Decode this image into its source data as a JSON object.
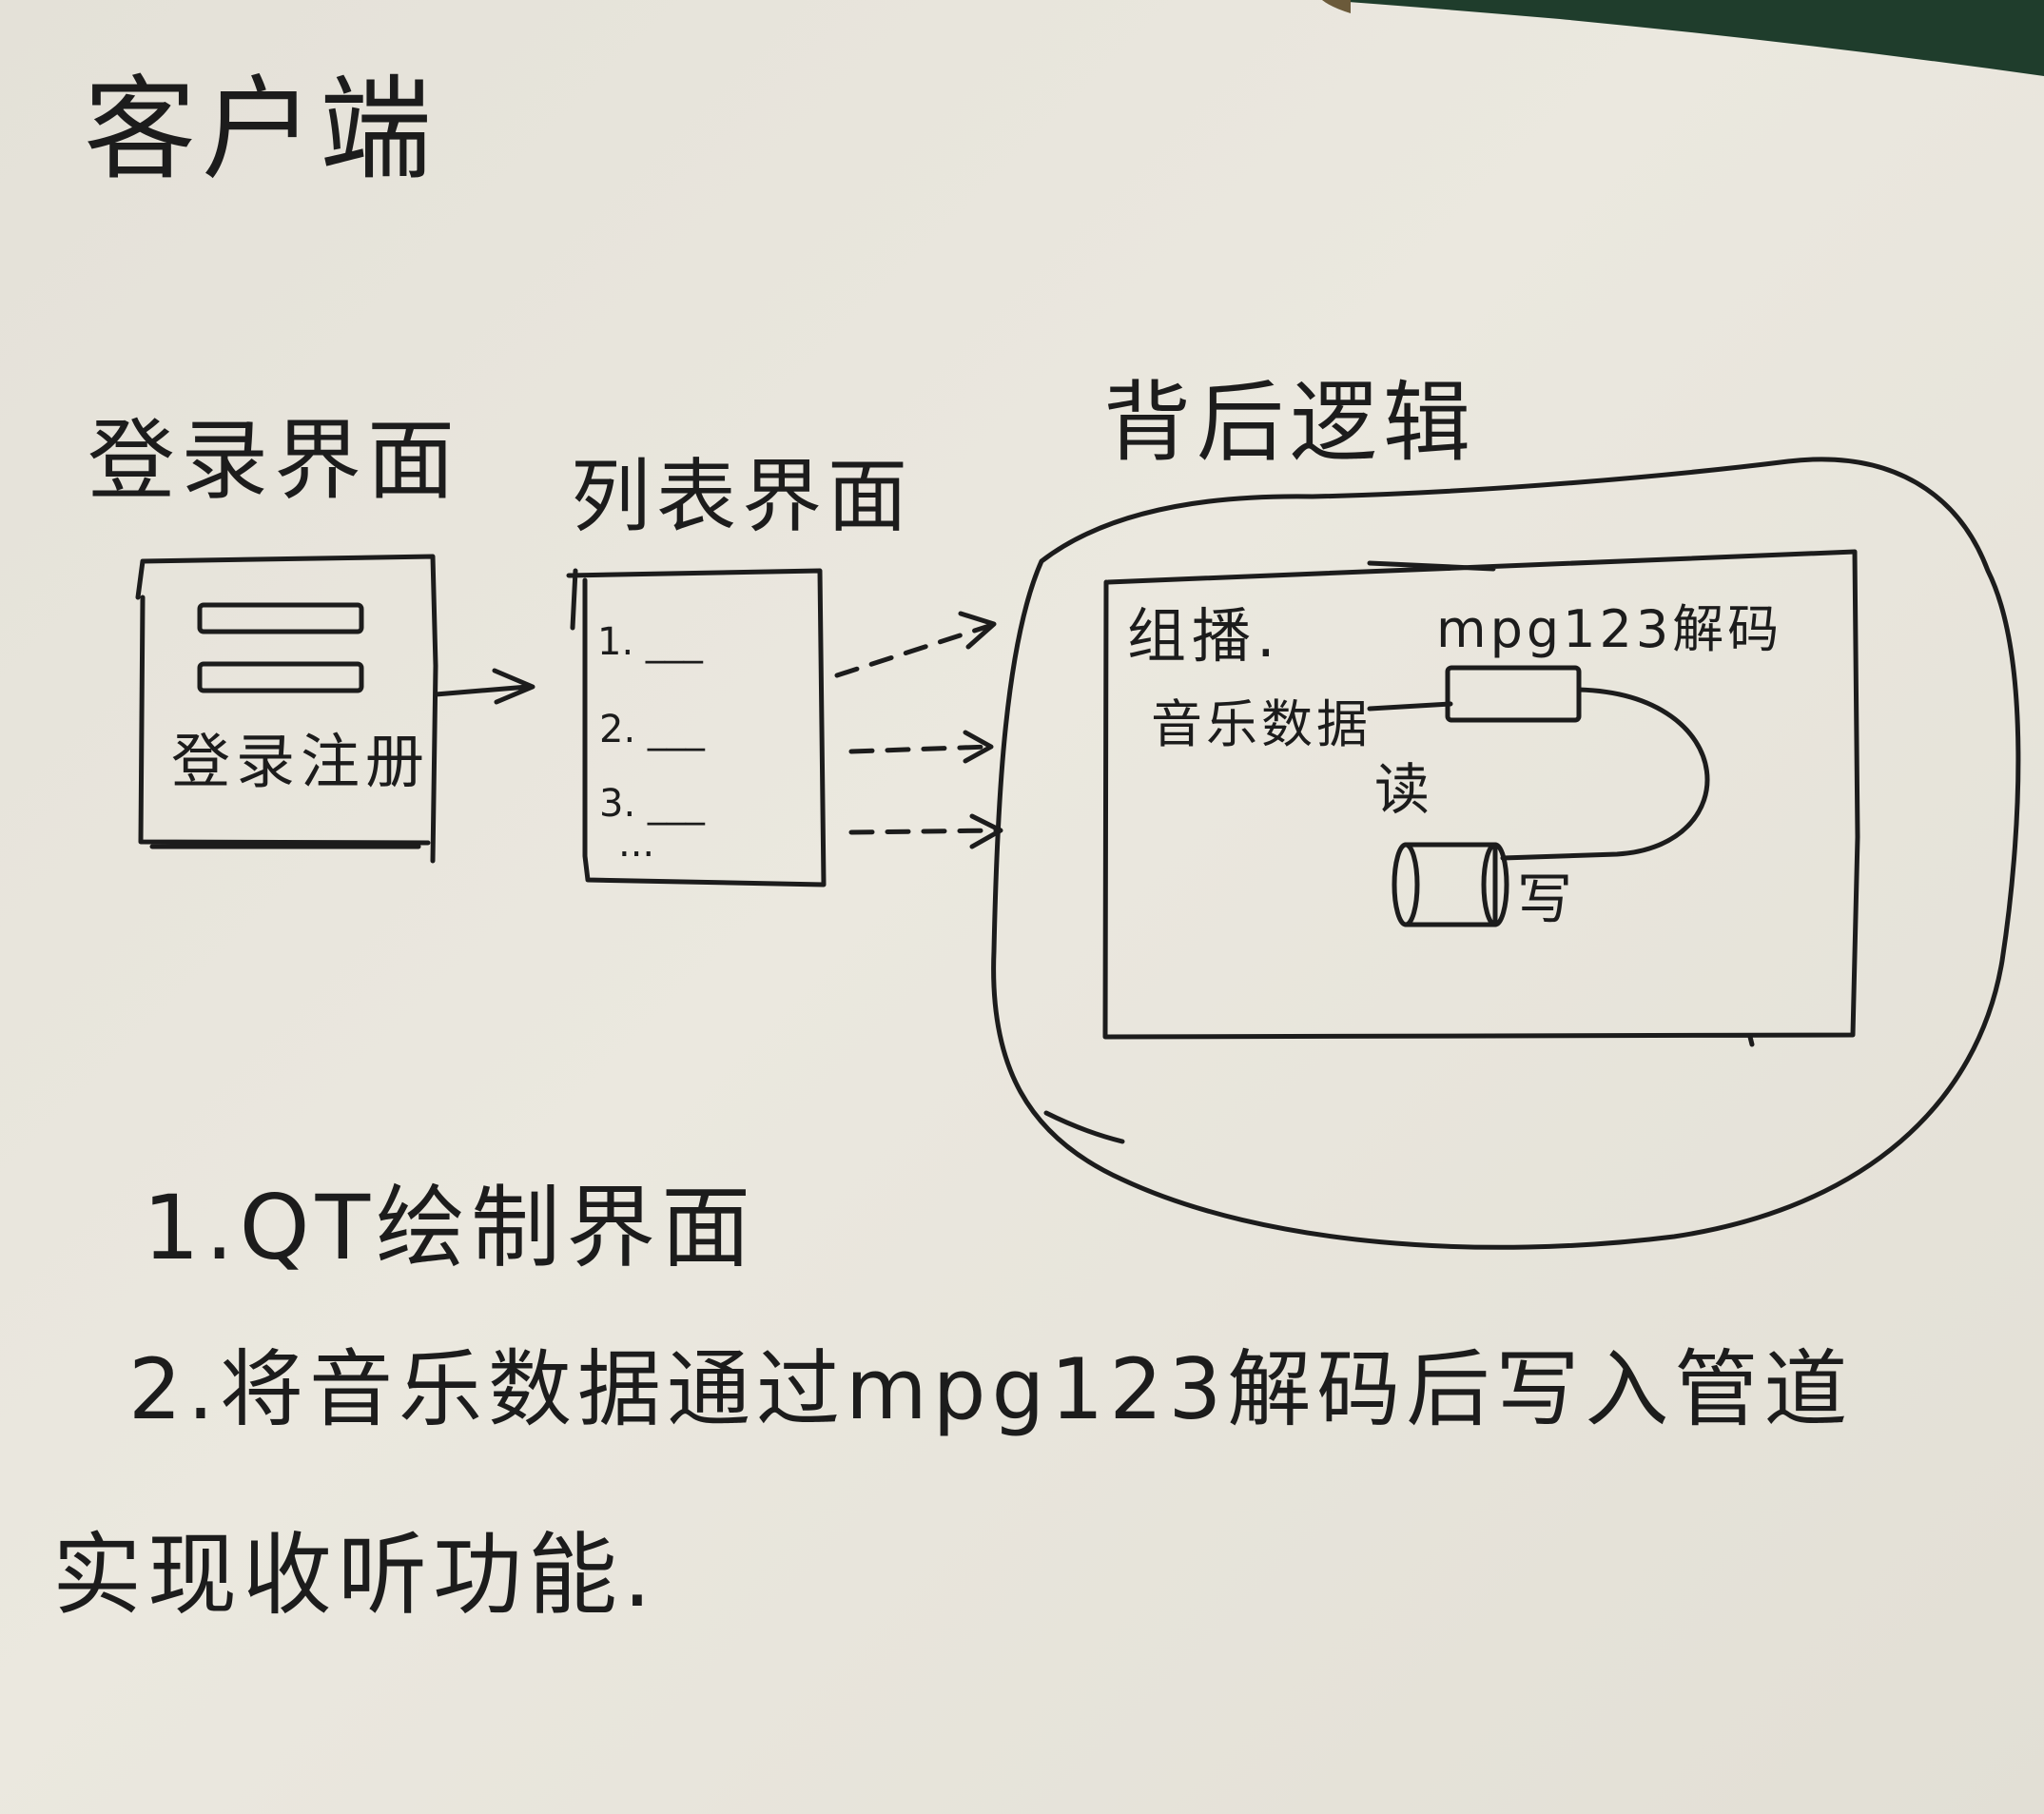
{
  "title": "客户端",
  "login_panel": {
    "heading": "登录界面",
    "button_label": "登录注册"
  },
  "list_panel": {
    "heading": "列表界面",
    "items": [
      "1. ___",
      "2. ___",
      "3. ___"
    ],
    "ellipsis": "..."
  },
  "backend_panel": {
    "heading": "背后逻辑",
    "multicast_label": "组播.",
    "music_data_label": "音乐数据",
    "decoder_label": "mpg123解码",
    "read_label": "读",
    "write_label": "写"
  },
  "notes": [
    "1.QT绘制界面",
    "2.将音乐数据通过mpg123解码后写入管道",
    "实现收听功能."
  ],
  "colors": {
    "paper": "#e6e3da",
    "ink": "#1c1c1c",
    "corner": "#1f3d2c"
  }
}
